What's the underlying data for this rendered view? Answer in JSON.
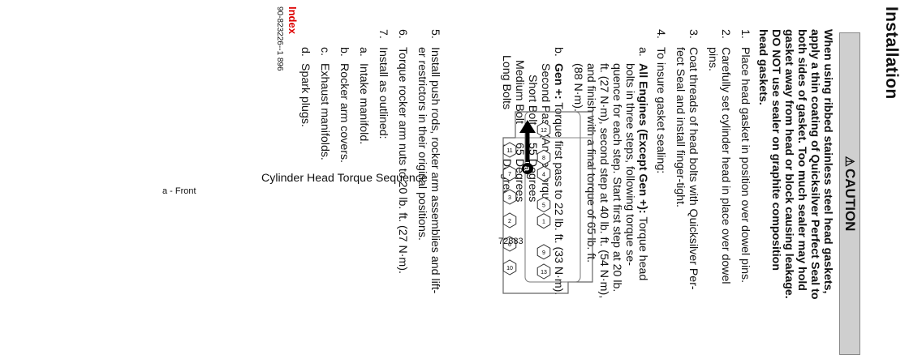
{
  "title": "Installation",
  "caution": {
    "label": "CAUTION",
    "lines": [
      "When using ribbed stainless steel head gaskets,",
      "apply a thin coating of Quicksilver Perfect Seal to",
      "both sides of gasket. Too much sealer may hold",
      "gasket away from head or block causing leakage.",
      "DO NOT use sealer on graphite composition",
      "head gaskets."
    ]
  },
  "steps": [
    {
      "num": "1.",
      "lines": [
        "Place head gasket in position over dowel pins."
      ]
    },
    {
      "num": "2.",
      "lines": [
        "Carefully set cylinder head in place over dowel",
        "pins."
      ]
    },
    {
      "num": "3.",
      "lines": [
        "Coat threads of head bolts with Quicksilver Per-",
        "fect Seal and install finger-tight."
      ]
    },
    {
      "num": "4.",
      "lines": [
        "To insure gasket sealing:"
      ]
    }
  ],
  "substeps": [
    {
      "letter": "a.",
      "bold_lead": "All Engines (Except Gen +):",
      "lines": [
        " Torque head",
        "bolts in three steps, following torque se-",
        "quence for each step. Start first step at 20 lb.",
        "ft. (27 N·m), second step at 40 lb. ft. (54 N·m),",
        "and finish with a final torque of 65 lb. ft.",
        "(88 N·m)."
      ]
    },
    {
      "letter": "b.",
      "bold_lead": "Gen +:",
      "lines": [
        " Torque first pass to 22 lb. ft. (33 N·m).",
        "Second Pass (Angle Torque)"
      ]
    }
  ],
  "angle_torque": [
    {
      "label": "Short Bolt",
      "value": "55 Degrees"
    },
    {
      "label": "Medium Bolt",
      "value": "65 Degrees"
    },
    {
      "label": "Long Bolts",
      "value": "75 Degrees"
    }
  ],
  "figure": {
    "number": "72883",
    "callout": "a",
    "top_row": [
      "12",
      "8",
      "4",
      "5",
      "1",
      "9",
      "13"
    ],
    "bottom_row": [
      "11",
      "7",
      "3",
      "2",
      "6",
      "10"
    ],
    "caption": "Cylinder Head Torque Sequence",
    "legend": "a - Front"
  },
  "later_steps": [
    {
      "num": "5.",
      "lines": [
        "Install push rods, rocker arm assemblies and lift-",
        "er restrictors in their original positions."
      ]
    },
    {
      "num": "6.",
      "lines": [
        "Torque rocker arm nuts to 20 lb. ft. (27 N·m)."
      ]
    },
    {
      "num": "7.",
      "lines": [
        "Install as outlined:"
      ]
    }
  ],
  "outline": [
    {
      "letter": "a.",
      "text": "Intake manifold."
    },
    {
      "letter": "b.",
      "text": "Rocker arm covers."
    },
    {
      "letter": "c.",
      "text": "Exhaust manifolds."
    },
    {
      "letter": "d.",
      "text": "Spark plugs."
    }
  ],
  "footer": {
    "index_link": "Index",
    "part_number": "90-823226--1  896"
  }
}
